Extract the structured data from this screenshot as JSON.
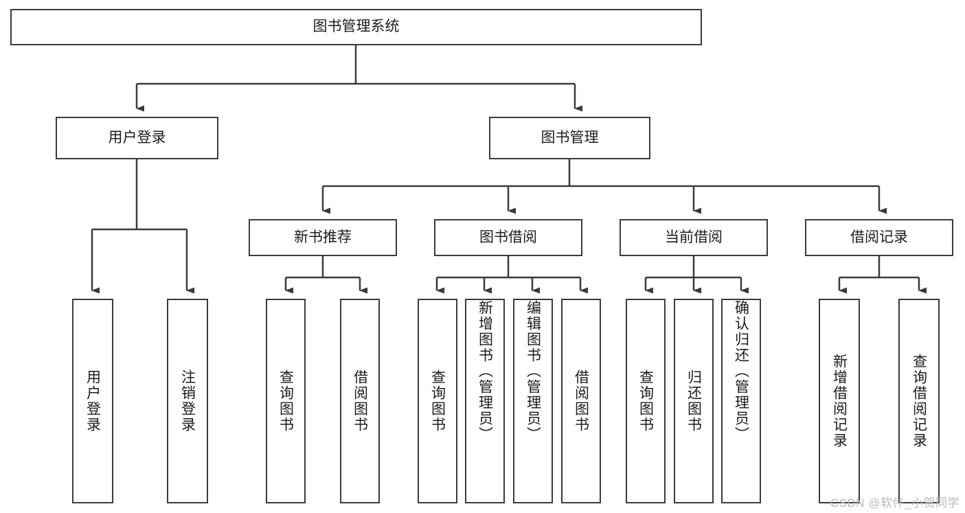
{
  "diagram": {
    "type": "tree-hierarchy",
    "title": "图书管理系统",
    "watermark": "CSDN @软件_小贺同学",
    "colors": {
      "stroke": "#3a3a3a",
      "fill": "#ffffff",
      "text": "#1b1b1b",
      "watermark": "#b9b9b9"
    },
    "levels": {
      "root": {
        "label": "图书管理系统"
      },
      "level2": [
        {
          "id": "user-login",
          "label": "用户登录"
        },
        {
          "id": "book-management",
          "label": "图书管理"
        }
      ],
      "level3": [
        {
          "id": "new-book-recommend",
          "label": "新书推荐",
          "parent": "book-management"
        },
        {
          "id": "book-borrow",
          "label": "图书借阅",
          "parent": "book-management"
        },
        {
          "id": "current-borrow",
          "label": "当前借阅",
          "parent": "book-management"
        },
        {
          "id": "borrow-record",
          "label": "借阅记录",
          "parent": "book-management"
        }
      ],
      "leaves": [
        {
          "id": "leaf-user-login",
          "label": "用户登录",
          "parent": "user-login"
        },
        {
          "id": "leaf-logout",
          "label": "注销登录",
          "parent": "user-login"
        },
        {
          "id": "leaf-query-book-1",
          "label": "查询图书",
          "parent": "new-book-recommend"
        },
        {
          "id": "leaf-borrow-book-1",
          "label": "借阅图书",
          "parent": "new-book-recommend"
        },
        {
          "id": "leaf-query-book-2",
          "label": "查询图书",
          "parent": "book-borrow"
        },
        {
          "id": "leaf-add-book",
          "label": "新增图书（管理员）",
          "parent": "book-borrow"
        },
        {
          "id": "leaf-edit-book",
          "label": "编辑图书（管理员）",
          "parent": "book-borrow"
        },
        {
          "id": "leaf-borrow-book-2",
          "label": "借阅图书",
          "parent": "book-borrow"
        },
        {
          "id": "leaf-query-book-3",
          "label": "查询图书",
          "parent": "current-borrow"
        },
        {
          "id": "leaf-return-book",
          "label": "归还图书",
          "parent": "current-borrow"
        },
        {
          "id": "leaf-confirm-return",
          "label": "确认归还（管理员）",
          "parent": "current-borrow"
        },
        {
          "id": "leaf-add-record",
          "label": "新增借阅记录",
          "parent": "borrow-record"
        },
        {
          "id": "leaf-query-record",
          "label": "查询借阅记录",
          "parent": "borrow-record"
        }
      ]
    }
  }
}
